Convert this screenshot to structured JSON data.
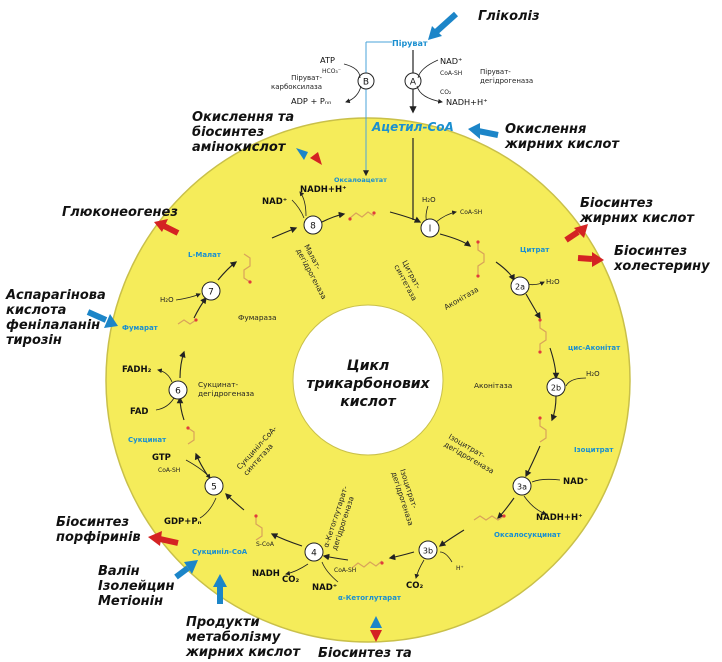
{
  "title": "Цикл трикарбонових кислот",
  "title_lines": [
    "Цикл",
    "трикарбонових",
    "кислот"
  ],
  "colors": {
    "ring": "#f5ec5a",
    "ring_edge": "#c9c04a",
    "metabolite": "#1a8fd0",
    "arrow_in": "#1c85c8",
    "arrow_out": "#d42323",
    "oxygen_red": "#e03c3c",
    "carbon": "#d9a35a"
  },
  "top": {
    "glycolysis": "Гліколіз",
    "pyruvate": "Піруват",
    "step_a": "A",
    "step_b": "B",
    "nad": "NAD⁺",
    "coash": "CoA-SH",
    "pdh_enzyme": "Піруват-\nдегідрогеназа",
    "co2": "CO₂",
    "nadh": "NADH+H⁺",
    "atp": "ATP",
    "hco3": "HCO₃⁻",
    "pc_enzyme": "Піруват-\nкарбоксилаза",
    "adp": "ADP + Pₙₙ",
    "acetyl_coa": "Ацетил-CoA",
    "fatty_acid_ox": "Окислення\nжирних кислот",
    "amino_ox": "Окислення та\nбіосинтез\nамінокислот",
    "oxaloacetate": "Оксалоацетат"
  },
  "sides": {
    "gluconeogenesis": "Глюконеогенез",
    "aspartate": "Аспарагінова\nкислота\nфенілаланін\nтирозін",
    "porphyrin": "Біосинтез\nпорфіринів",
    "val": "Валін\nІзолейцин\nМетіонін",
    "fa_products": "Продукти\nметаболізму\nжирних кислот",
    "biosynth_bottom": "Біосинтез та",
    "fa_synth": "Біосинтез\nжирних кислот",
    "chol_synth": "Біосинтез\nхолестерину"
  },
  "steps": [
    {
      "id": "1",
      "label": "l"
    },
    {
      "id": "2a",
      "label": "2a"
    },
    {
      "id": "2b",
      "label": "2b"
    },
    {
      "id": "3a",
      "label": "3a"
    },
    {
      "id": "3b",
      "label": "3b"
    },
    {
      "id": "4",
      "label": "4"
    },
    {
      "id": "5",
      "label": "5"
    },
    {
      "id": "6",
      "label": "6"
    },
    {
      "id": "7",
      "label": "7"
    },
    {
      "id": "8",
      "label": "8"
    }
  ],
  "metabolites": {
    "citrate": "Цитрат",
    "cis_aconitate": "цис-Аконітат",
    "isocitrate": "Ізоцитрат",
    "oxalosuccinate": "Оксалосукцинат",
    "akg": "α-Кетоглутарат",
    "succinyl_coa": "Сукциніл-CoA",
    "succinate": "Сукцинат",
    "fumarate": "Фумарат",
    "malate": "L-Малат"
  },
  "enzymes": {
    "citrate_synthase": "Цитрат-\nсинтетаза",
    "aconitase1": "Аконітаза",
    "aconitase2": "Аконітаза",
    "icdh1": "Ізоцитрат-\nдегідрогеназа",
    "icdh2": "Ізоцитрат-\nдегідрогеназа",
    "akgdh": "α-Кетоглутарат-\nдегідрогеназа",
    "succ_coa_synth": "Сукциніл-CoA-\nсинтетаза",
    "sdh": "Сукцинат-\nдегідрогеназа",
    "fumarase": "Фумараза",
    "mdh": "Малат-\nдегідрогеназа"
  },
  "cofactors": {
    "h2o_1": "H₂O",
    "coash_1": "CoA-SH",
    "h2o_2a": "H₂O",
    "h2o_2b": "H₂O",
    "nad_3a": "NAD⁺",
    "nadh_3a": "NADH+H⁺",
    "h_3b": "H⁺",
    "co2_3b": "CO₂",
    "nad_4": "NAD⁺",
    "nadh_4": "NADH",
    "co2_4": "CO₂",
    "coash_4": "CoA-SH",
    "gtp_5": "GTP",
    "coash_5": "CoA-SH",
    "gdp_5": "GDP+Pₙ",
    "scoa": "S-CoA",
    "fadh2_6": "FADH₂",
    "fad_6": "FAD",
    "h2o_7": "H₂O",
    "nad_8": "NAD⁺",
    "nadh_8": "NADH+H⁺"
  }
}
